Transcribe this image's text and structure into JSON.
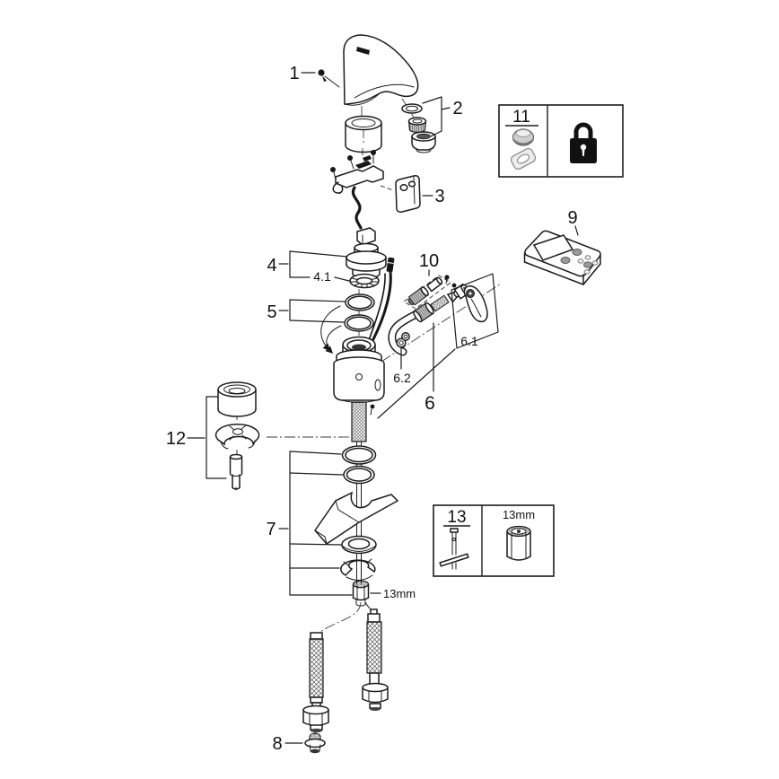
{
  "page": {
    "background": "#ffffff",
    "line_color": "#1c1c1c",
    "type": "exploded-parts-diagram"
  },
  "callouts": {
    "n1": "1",
    "n2": "2",
    "n3": "3",
    "n4": "4",
    "n4_1": "4.1",
    "n5": "5",
    "n6": "6",
    "n6_1": "6.1",
    "n6_2": "6.2",
    "n7": "7",
    "n8": "8",
    "n9": "9",
    "n10": "10",
    "n12": "12"
  },
  "annotations": {
    "nut_size_label": "13mm"
  },
  "inset_boxes": {
    "lock_box": {
      "number": "11",
      "icons": [
        "aerator-insert",
        "aerator-key",
        "padlock"
      ]
    },
    "tool_box": {
      "number": "13",
      "size_label": "13mm",
      "icons": [
        "socket-wrench",
        "mounting-nut"
      ]
    }
  }
}
